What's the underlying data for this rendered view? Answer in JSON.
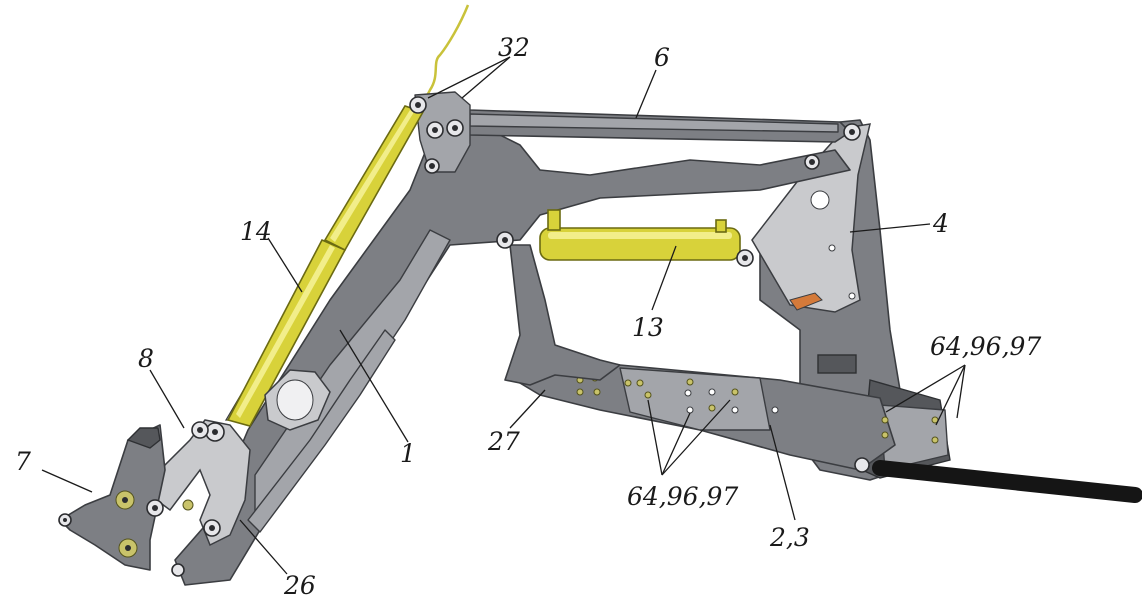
{
  "callouts": {
    "c32": "32",
    "c6": "6",
    "c14": "14",
    "c4": "4",
    "c13": "13",
    "c8": "8",
    "c7": "7",
    "c1": "1",
    "c27": "27",
    "c64_right": "64,96,97",
    "c64_center": "64,96,97",
    "c2_3": "2,3",
    "c26": "26"
  }
}
